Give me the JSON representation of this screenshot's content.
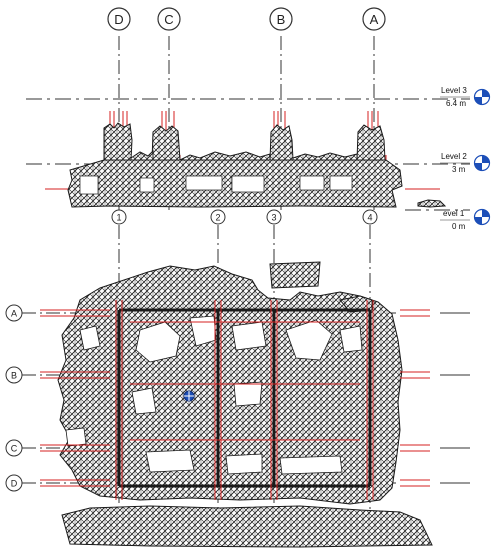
{
  "colors": {
    "ink": "#1a1a1a",
    "grid_line": "#333333",
    "annotation_red": "#d42020",
    "level_marker_blue": "#1d4fb8",
    "paper": "#ffffff"
  },
  "elevation_grids": [
    {
      "label": "D"
    },
    {
      "label": "C"
    },
    {
      "label": "B"
    },
    {
      "label": "A"
    }
  ],
  "levels": [
    {
      "name": "Level 3",
      "elevation": "6.4 m"
    },
    {
      "name": "Level 2",
      "elevation": "3 m"
    },
    {
      "name": "evel 1",
      "elevation": "0 m"
    }
  ],
  "plan_column_grids": [
    {
      "label": "1"
    },
    {
      "label": "2"
    },
    {
      "label": "3"
    },
    {
      "label": "4"
    }
  ],
  "plan_row_grids": [
    {
      "label": "A"
    },
    {
      "label": "B"
    },
    {
      "label": "C"
    },
    {
      "label": "D"
    }
  ],
  "icons": {
    "level_marker": "level-marker-icon",
    "grid_bubble": "grid-bubble-icon",
    "camera_marker": "camera-marker-icon"
  }
}
